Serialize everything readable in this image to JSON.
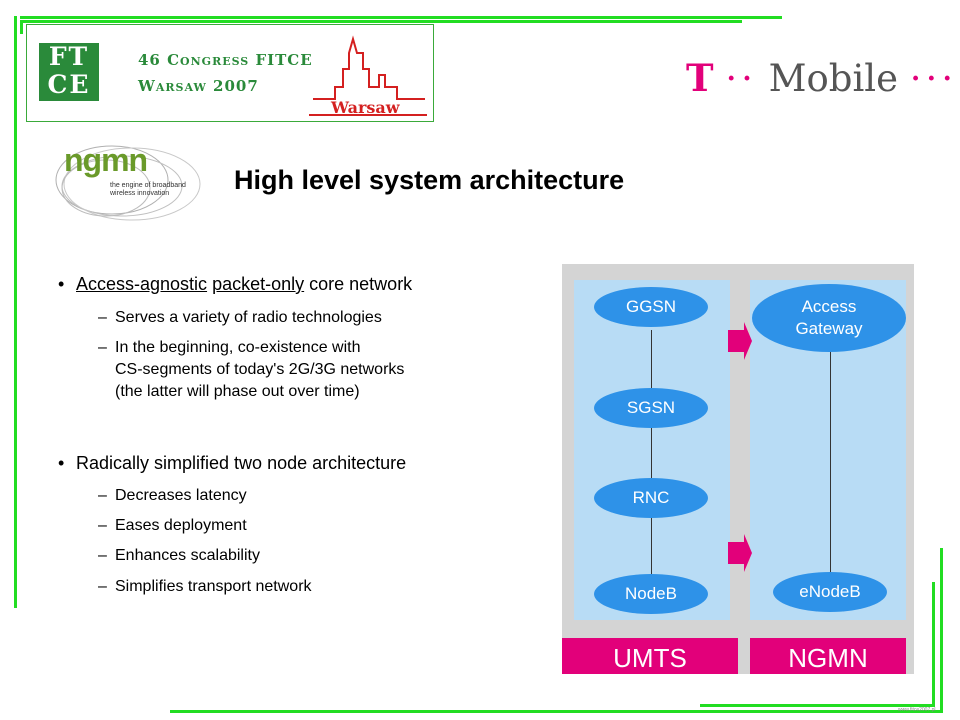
{
  "header": {
    "event_logo_text": [
      "FT",
      "CE"
    ],
    "event_line1": "46 Congress FITCE",
    "event_line2": "Warsaw 2007",
    "city_label": "Warsaw",
    "brand_t": "T",
    "brand_dots_1": "··",
    "brand_name": "Mobile",
    "brand_dots_2": "···"
  },
  "ngmn_logo": {
    "word": "ngmn",
    "tagline_1": "the engine of broadband",
    "tagline_2": "wireless innovation"
  },
  "slide": {
    "title": "High level system architecture",
    "bullets": [
      {
        "parts": [
          "Access-agnostic",
          " ",
          "packet-only",
          " core network"
        ],
        "subs": [
          "Serves a variety of radio technologies",
          "In the beginning, co-existence with\nCS-segments of today's 2G/3G networks\n(the latter will phase out over time)"
        ]
      },
      {
        "text": "Radically simplified two node architecture",
        "subs": [
          "Decreases latency",
          "Eases deployment",
          "Enhances scalability",
          "Simplifies transport network"
        ]
      }
    ],
    "bullet_glyph": "•",
    "dash_glyph": "–"
  },
  "diagram": {
    "umts": {
      "label": "UMTS",
      "nodes": [
        "GGSN",
        "SGSN",
        "RNC",
        "NodeB"
      ]
    },
    "ngmn": {
      "label": "NGMN",
      "nodes": [
        "Access\nGateway",
        "eNodeB"
      ]
    },
    "colors": {
      "panel": "#d4d4d4",
      "column": "#b8dcf5",
      "node": "#2e92e8",
      "label": "#e2007a",
      "arrow": "#e2007a"
    }
  },
  "footer_mark": "www.fitce2007.pl"
}
